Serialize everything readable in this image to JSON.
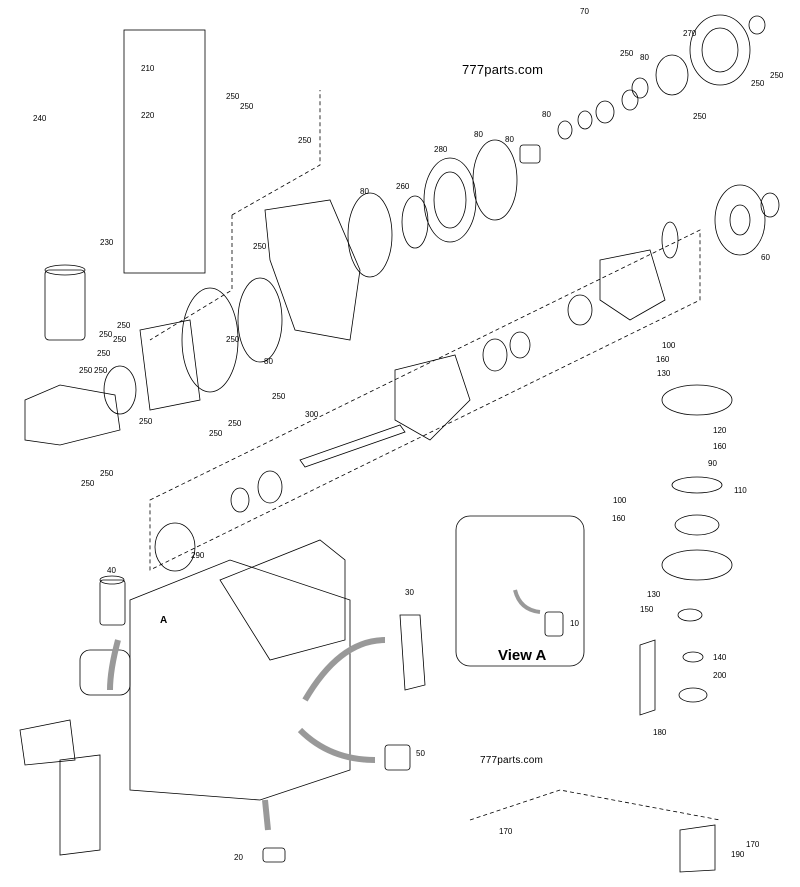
{
  "watermarks": {
    "top": "777parts.com",
    "bottom": "777parts.com"
  },
  "view_label": "View A",
  "arrow_label": "A",
  "callouts": [
    "70",
    "270",
    "250",
    "80",
    "250",
    "250",
    "250",
    "250",
    "210",
    "220",
    "240",
    "250",
    "250",
    "250",
    "80",
    "80",
    "280",
    "80",
    "80",
    "260",
    "230",
    "250",
    "250",
    "250",
    "250",
    "250",
    "250",
    "250",
    "80",
    "250",
    "250",
    "250",
    "250",
    "250",
    "250",
    "300",
    "290",
    "60",
    "100",
    "160",
    "130",
    "120",
    "160",
    "90",
    "110",
    "100",
    "160",
    "40",
    "30",
    "10",
    "130",
    "150",
    "140",
    "200",
    "50",
    "180",
    "170",
    "190",
    "170",
    "20"
  ],
  "icons": [
    "exploded-parts-diagram",
    "engine-assembly-illustration",
    "view-a-inset"
  ]
}
